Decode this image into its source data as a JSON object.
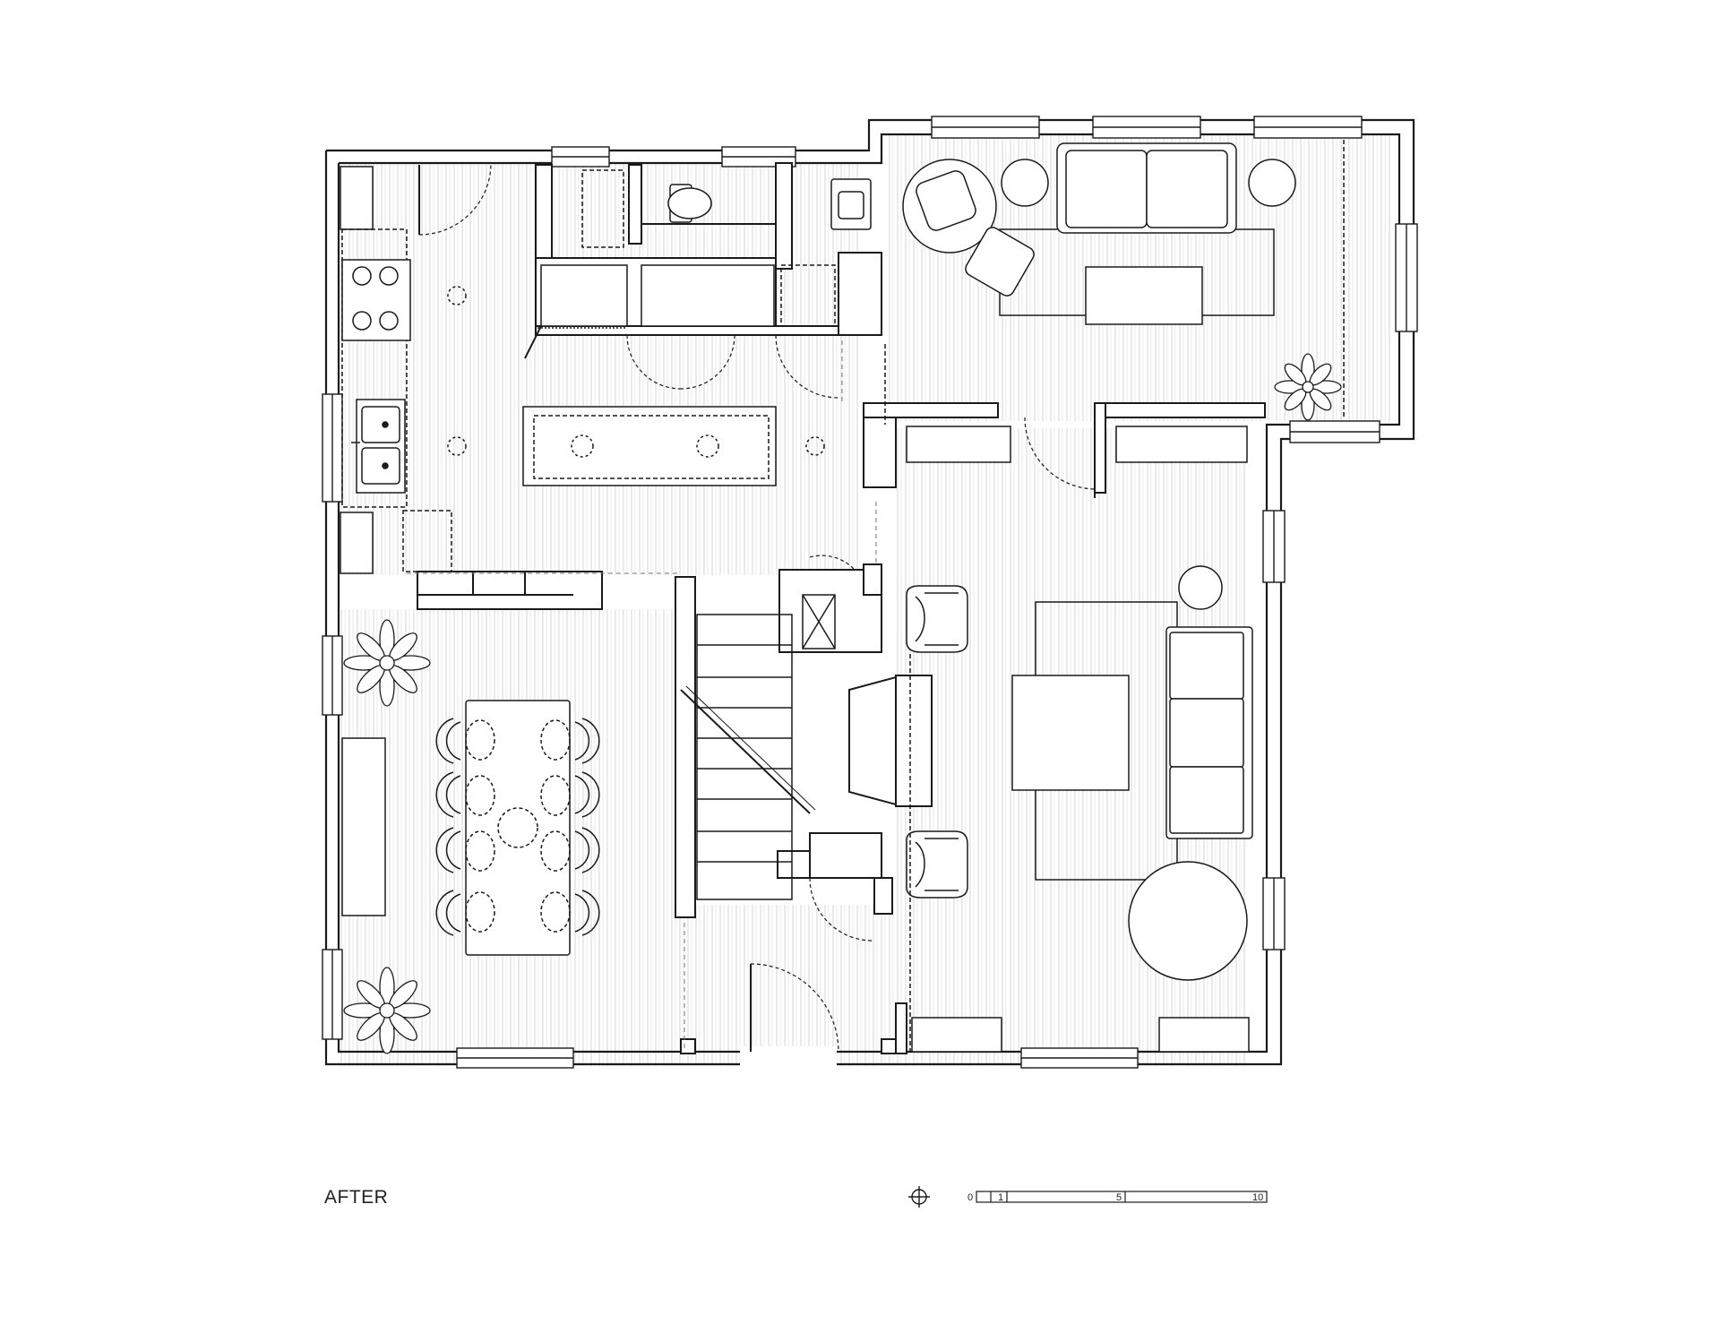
{
  "caption": "AFTER",
  "scale_bar": {
    "ticks": [
      "0",
      "1",
      "5",
      "10"
    ]
  },
  "icons": {
    "north_arrow": "north-arrow-icon"
  },
  "colors": {
    "line": "#1a1a1a",
    "floor_texture": "#cfcfcf",
    "background": "#ffffff"
  }
}
